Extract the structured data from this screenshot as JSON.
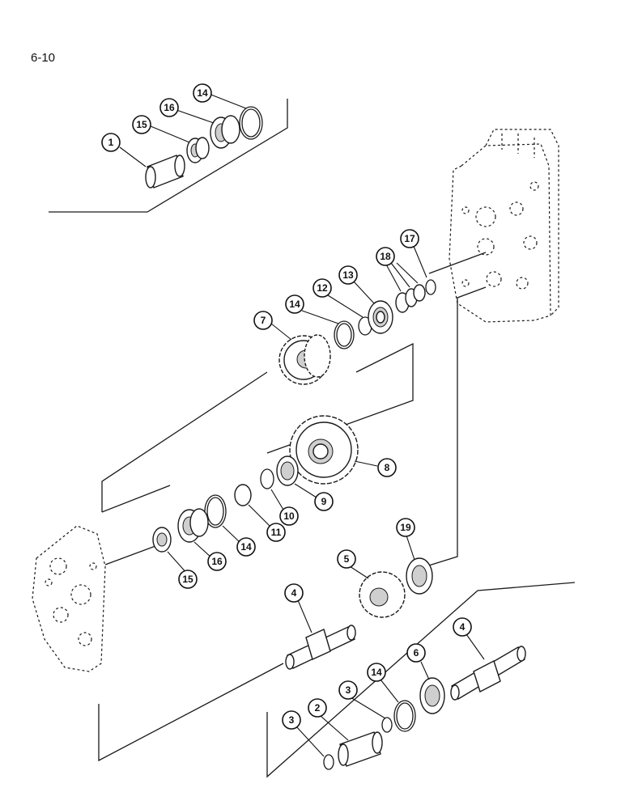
{
  "page": {
    "number": "6-10"
  },
  "callouts": [
    {
      "id": "c1",
      "label": "1"
    },
    {
      "id": "c15a",
      "label": "15"
    },
    {
      "id": "c16a",
      "label": "16"
    },
    {
      "id": "c14a",
      "label": "14"
    },
    {
      "id": "c17",
      "label": "17"
    },
    {
      "id": "c18",
      "label": "18"
    },
    {
      "id": "c13",
      "label": "13"
    },
    {
      "id": "c12",
      "label": "12"
    },
    {
      "id": "c14b",
      "label": "14"
    },
    {
      "id": "c7",
      "label": "7"
    },
    {
      "id": "c8",
      "label": "8"
    },
    {
      "id": "c9",
      "label": "9"
    },
    {
      "id": "c10",
      "label": "10"
    },
    {
      "id": "c11",
      "label": "11"
    },
    {
      "id": "c14c",
      "label": "14"
    },
    {
      "id": "c16b",
      "label": "16"
    },
    {
      "id": "c15b",
      "label": "15"
    },
    {
      "id": "c19",
      "label": "19"
    },
    {
      "id": "c5",
      "label": "5"
    },
    {
      "id": "c4a",
      "label": "4"
    },
    {
      "id": "c4b",
      "label": "4"
    },
    {
      "id": "c6",
      "label": "6"
    },
    {
      "id": "c14d",
      "label": "14"
    },
    {
      "id": "c3a",
      "label": "3"
    },
    {
      "id": "c2",
      "label": "2"
    },
    {
      "id": "c3b",
      "label": "3"
    }
  ]
}
